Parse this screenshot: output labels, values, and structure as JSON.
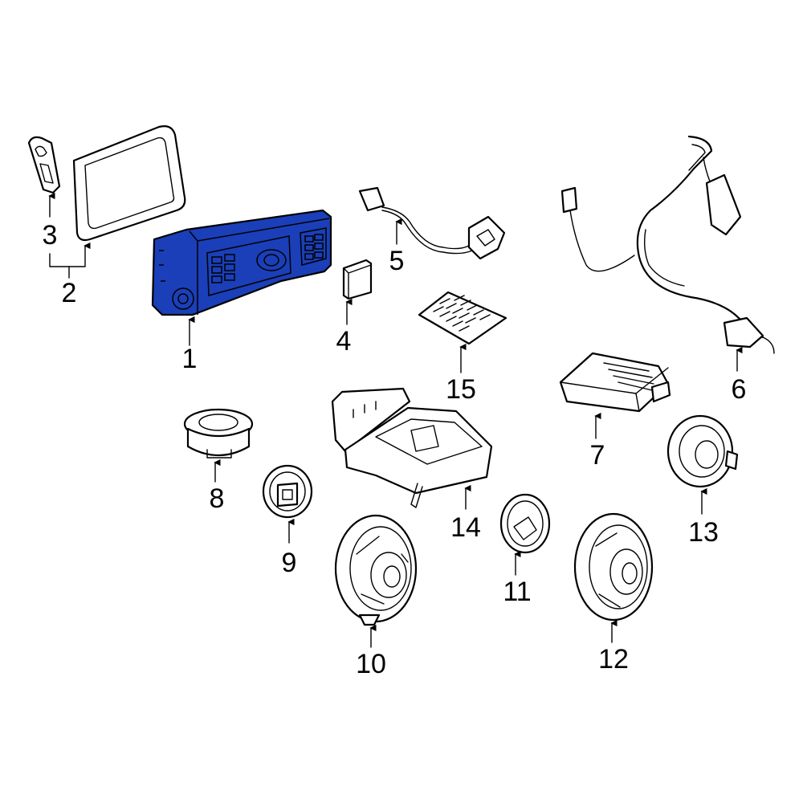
{
  "diagram": {
    "highlight_color": "#1a3fb8",
    "callouts": [
      "1",
      "2",
      "3",
      "4",
      "5",
      "6",
      "7",
      "8",
      "9",
      "10",
      "11",
      "12",
      "13",
      "14",
      "15"
    ]
  }
}
